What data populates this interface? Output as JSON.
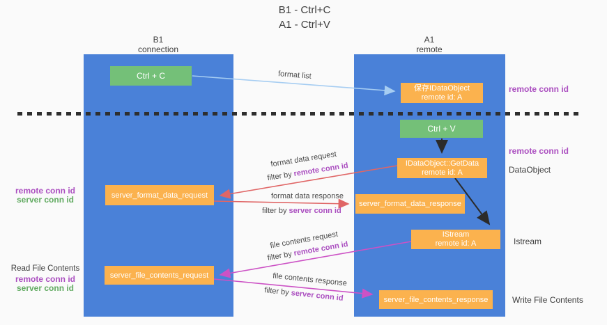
{
  "title": {
    "line1": "B1 - Ctrl+C",
    "line2": "A1 - Ctrl+V"
  },
  "lanes": {
    "left": {
      "name": "B1",
      "role": "connection"
    },
    "right": {
      "name": "A1",
      "role": "remote"
    }
  },
  "nodes": {
    "ctrl_c": {
      "label": "Ctrl + C"
    },
    "ctrl_v": {
      "label": "Ctrl + V"
    },
    "save_dataobject": {
      "line1": "保存IDataObject",
      "line2": "remote id: A"
    },
    "getdata": {
      "line1": "IDataObject::GetData",
      "line2": "remote id: A"
    },
    "istream": {
      "line1": "IStream",
      "line2": "remote id: A"
    },
    "format_request": {
      "label": "server_format_data_request"
    },
    "format_response": {
      "label": "server_format_data_response"
    },
    "file_request": {
      "label": "server_file_contents_request"
    },
    "file_response": {
      "label": "server_file_contents_response"
    }
  },
  "annotations": {
    "right_top_remote_conn_id": "remote conn id",
    "right_mid_remote_conn_id": "remote conn id",
    "dataobject": "DataObject",
    "istream": "Istream",
    "write_file_contents": "Write File Contents",
    "left_remote_conn_id": "remote conn id",
    "left_server_conn_id": "server conn id",
    "read_file_contents": "Read File Contents",
    "left_remote_conn_id_2": "remote conn id",
    "left_server_conn_id_2": "server conn id"
  },
  "edges": {
    "format_list": "format list",
    "format_data_request": "format data request",
    "format_data_response": "format data response",
    "file_contents_request": "file contents request",
    "file_contents_response": "file contents response",
    "filter_by": "filter by ",
    "remote_conn_id": "remote conn id",
    "server_conn_id": "server conn id"
  },
  "colors": {
    "lane_blue": "#4a81d8",
    "node_orange": "#fbb24e",
    "node_green": "#74c078",
    "accent_purple": "#ab4fc0",
    "accent_green": "#62ab62",
    "arrow_red": "#e06666",
    "arrow_magenta": "#cc52c5",
    "arrow_light_blue": "#a6cdf2",
    "arrow_black": "#2b2b2b",
    "background": "#fafafa"
  }
}
